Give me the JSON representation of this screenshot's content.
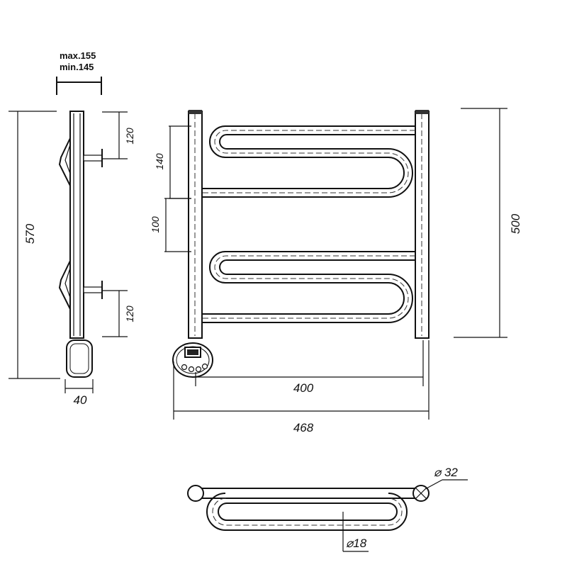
{
  "drawing": {
    "depth_max": "max.155",
    "depth_min": "min.145",
    "side_height": "570",
    "side_bracket_top": "120",
    "side_bracket_bottom": "120",
    "side_width": "40",
    "front_offset_top": "140",
    "front_gap": "100",
    "front_height": "500",
    "front_center_width": "400",
    "front_total_width": "468",
    "pipe_diameter": "⌀ 32",
    "tube_diameter": "⌀18"
  }
}
